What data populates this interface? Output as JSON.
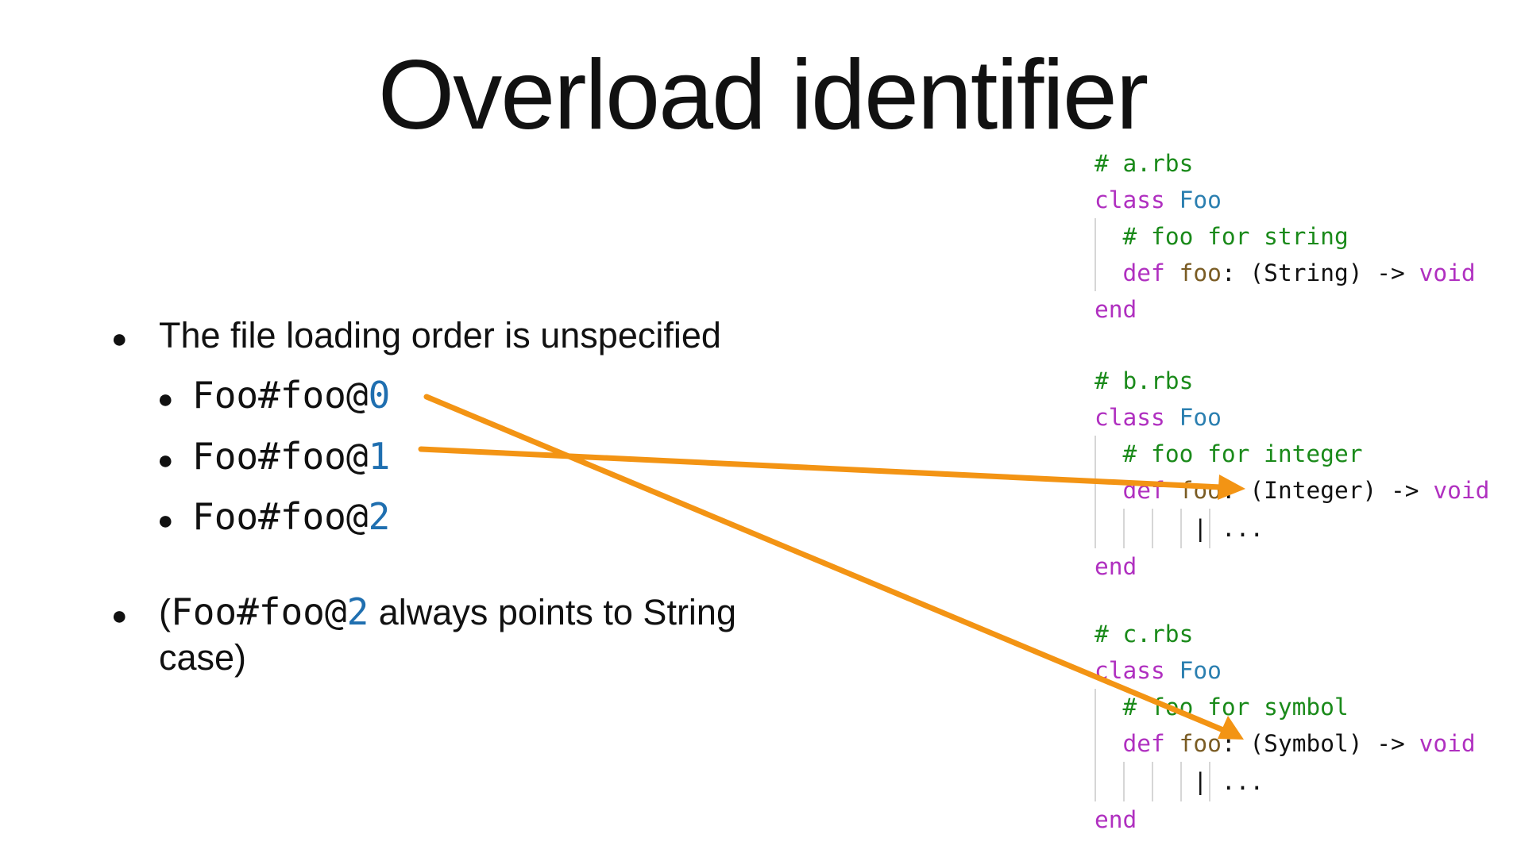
{
  "title": "Overload identifier",
  "bullets": {
    "main1": "The file loading order is unspecified",
    "sub_prefix": "Foo#foo@",
    "sub_nums": [
      "0",
      "1",
      "2"
    ],
    "main2_open": "(",
    "main2_code": "Foo#foo@",
    "main2_num": "2",
    "main2_rest": " always points to String",
    "main2_line2": "case)"
  },
  "code": {
    "a": {
      "file_comment": "# a.rbs",
      "class_kw": "class",
      "class_name": "Foo",
      "comment": "# foo for string",
      "def_kw": "def",
      "method": "foo",
      "colon": ":",
      "signature": "(String) -> ",
      "return_kw": "void",
      "end_kw": "end"
    },
    "b": {
      "file_comment": "# b.rbs",
      "class_kw": "class",
      "class_name": "Foo",
      "comment": "# foo for integer",
      "def_kw": "def",
      "method": "foo",
      "colon": ":",
      "signature": "(Integer) -> ",
      "return_kw": "void",
      "continuation": "| ...",
      "end_kw": "end"
    },
    "c": {
      "file_comment": "# c.rbs",
      "class_kw": "class",
      "class_name": "Foo",
      "comment": "# foo for symbol",
      "def_kw": "def",
      "method": "foo",
      "colon": ":",
      "signature": "(Symbol) -> ",
      "return_kw": "void",
      "continuation": "| ...",
      "end_kw": "end"
    }
  },
  "colors": {
    "arrow": "#f39414",
    "comment": "#1a8a1a",
    "keyword": "#b030c0",
    "class_name": "#2b7fb0",
    "method": "#7a5c24",
    "number": "#1f6fb0"
  },
  "icons": [
    "bullet-dot",
    "arrow-right-icon"
  ]
}
